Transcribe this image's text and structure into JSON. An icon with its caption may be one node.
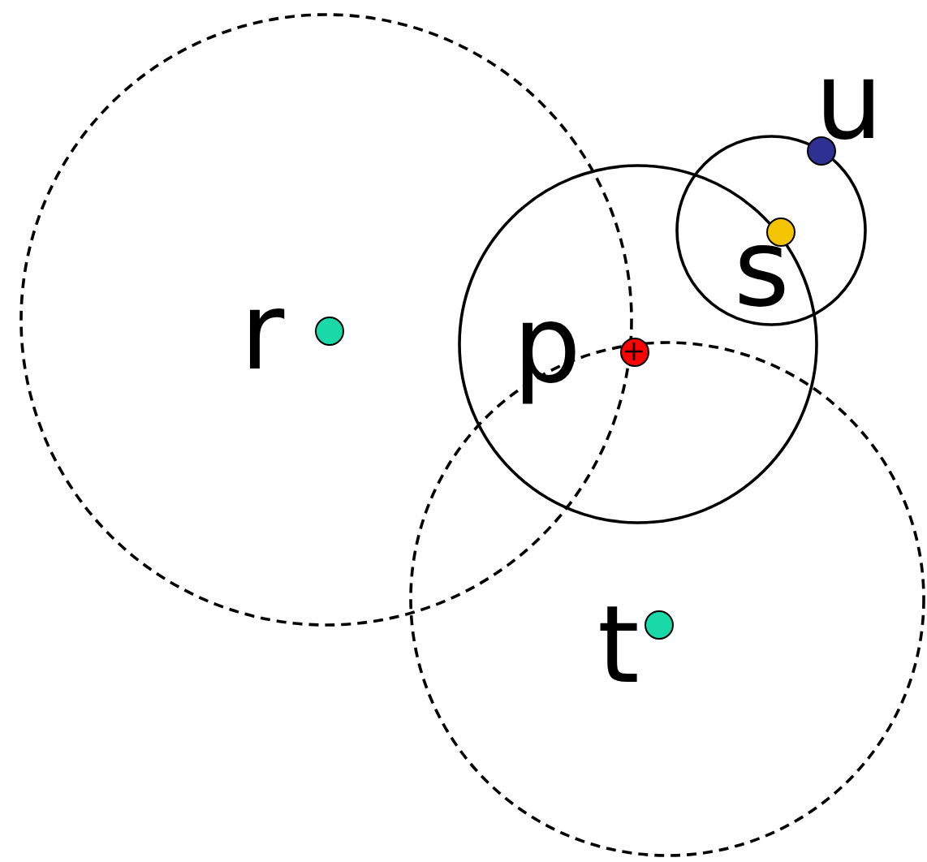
{
  "diagram": {
    "nodes": [
      {
        "text": [],
        "shape": "circle",
        "beside": [
          "r"
        ]
      },
      {
        "text": [],
        "shape": "circle",
        "beside": [
          "p"
        ]
      },
      {
        "text": [],
        "shape": "circle",
        "beside": [
          "u"
        ]
      },
      {
        "text": [],
        "shape": "circle",
        "beside": [
          "s"
        ]
      },
      {
        "text": [],
        "shape": "circle",
        "beside": [
          "t"
        ]
      }
    ]
  }
}
